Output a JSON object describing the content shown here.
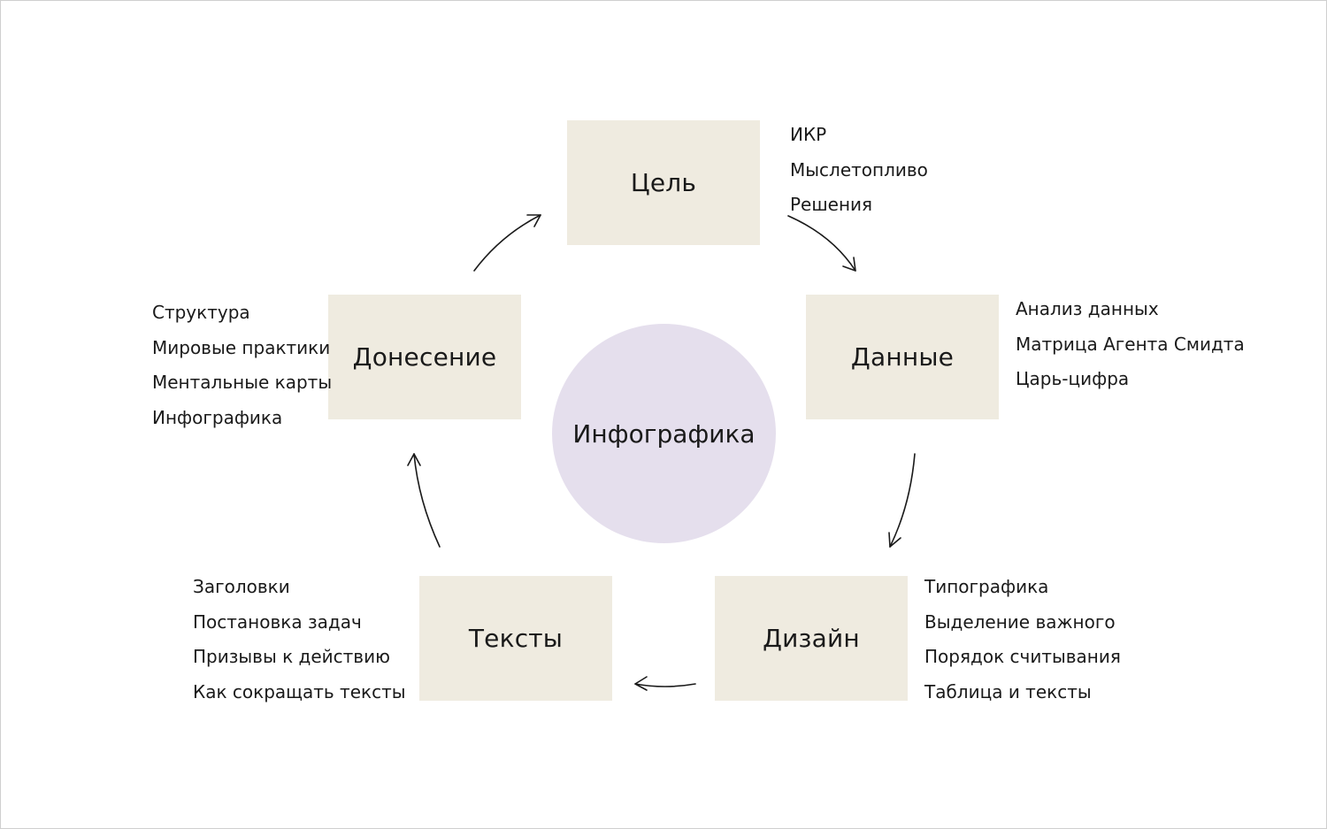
{
  "center": {
    "label": "Инфографика"
  },
  "nodes": {
    "goal": {
      "label": "Цель",
      "items": [
        "ИКР",
        "Мыслетопливо",
        "Решения"
      ]
    },
    "data": {
      "label": "Данные",
      "items": [
        "Анализ данных",
        "Матрица Агента Смидта",
        "Царь-цифра"
      ]
    },
    "design": {
      "label": "Дизайн",
      "items": [
        "Типографика",
        "Выделение важного",
        "Порядок считывания",
        "Таблица и тексты"
      ]
    },
    "texts": {
      "label": "Тексты",
      "items": [
        "Заголовки",
        "Постановка задач",
        "Призывы к действию",
        "Как сокращать тексты"
      ]
    },
    "delivery": {
      "label": "Донесение",
      "items": [
        "Структура",
        "Мировые практики",
        "Ментальные карты",
        "Инфографика"
      ]
    }
  },
  "colors": {
    "node_fill": "#efebe0",
    "center_fill": "#e5dfed",
    "text": "#1a1a1a",
    "border": "#cfcfcf"
  }
}
